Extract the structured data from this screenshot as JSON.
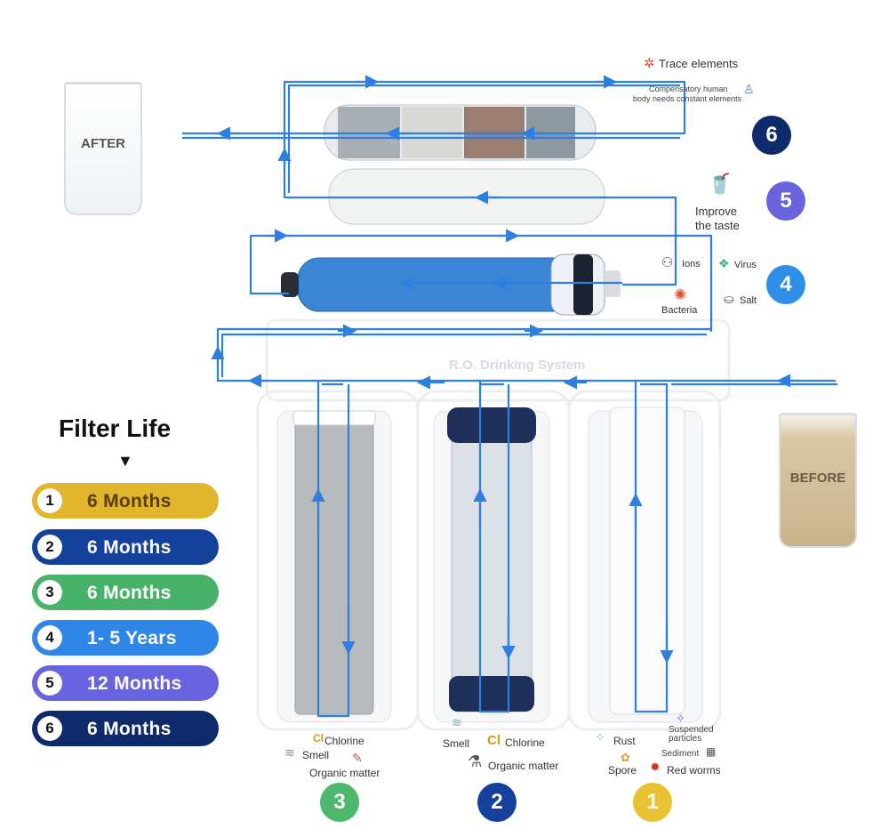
{
  "header_notes": {
    "trace_elements": "Trace elements",
    "compensatory_line1": "Compensatory human",
    "compensatory_line2": "body needs constant elements"
  },
  "glasses": {
    "after_label": "AFTER",
    "before_label": "BEFORE"
  },
  "stage_badges": [
    "6",
    "5",
    "4",
    "3",
    "2",
    "1"
  ],
  "stage_notes": {
    "improve_taste_line1": "Improve",
    "improve_taste_line2": "the taste",
    "ions": "Ions",
    "virus": "Virus",
    "bacteria": "Bacteria",
    "salt": "Salt"
  },
  "system_label": "R.O. Drinking System",
  "filter_life": {
    "title": "Filter Life",
    "items": [
      {
        "num": "1",
        "text": "6 Months",
        "color": "#e2b62c"
      },
      {
        "num": "2",
        "text": "6 Months",
        "color": "#14419a"
      },
      {
        "num": "3",
        "text": "6 Months",
        "color": "#49b26a"
      },
      {
        "num": "4",
        "text": "1- 5 Years",
        "color": "#2f86e6"
      },
      {
        "num": "5",
        "text": "12 Months",
        "color": "#6a63e0"
      },
      {
        "num": "6",
        "text": "6 Months",
        "color": "#0e2a6b"
      }
    ]
  },
  "bottom_notes": {
    "f3_chlorine_symbol": "Cl",
    "f3_chlorine": "Chlorine",
    "f3_smell": "Smell",
    "f3_organic": "Organic matter",
    "f2_smell": "Smell",
    "f2_chlorine_symbol": "Cl",
    "f2_chlorine": "Chlorine",
    "f2_organic": "Organic matter",
    "f1_rust": "Rust",
    "f1_suspended_line1": "Suspended",
    "f1_suspended_line2": "particles",
    "f1_sediment": "Sediment",
    "f1_spore": "Spore",
    "f1_red_worms": "Red worms"
  },
  "bottom_badges": [
    "3",
    "2",
    "1"
  ],
  "colors": {
    "flow": "#3b86e8",
    "badge_1": "#e8c233",
    "badge_2": "#13419b",
    "badge_3": "#4cb86c",
    "badge_4": "#2f8fe8",
    "badge_5": "#6a63e0",
    "badge_6": "#0e2a6b"
  }
}
